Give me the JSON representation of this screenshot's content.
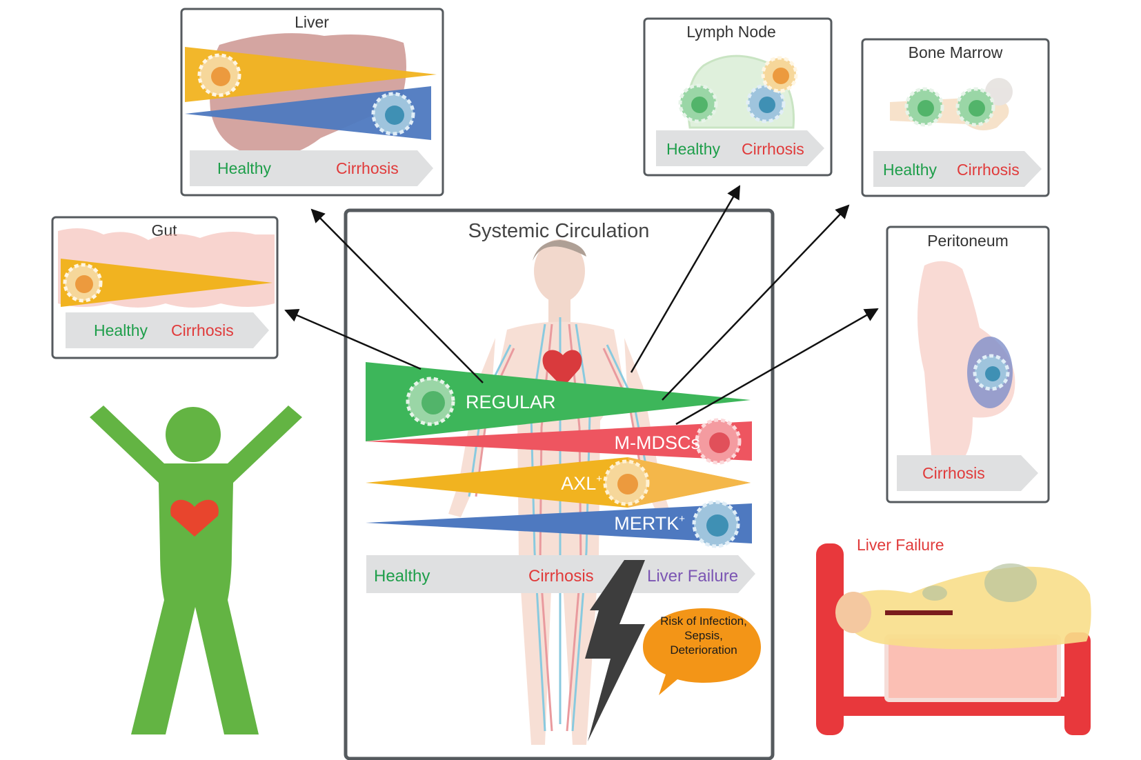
{
  "center": {
    "title": "Systemic Circulation",
    "wedges": {
      "regular": "REGULAR",
      "mmdsc": "M-MDSCs",
      "axl": "AXL",
      "axl_sup": "+",
      "mertk": "MERTK",
      "mertk_sup": "+"
    },
    "progression": {
      "healthy": "Healthy",
      "cirrhosis": "Cirrhosis",
      "failure": "Liver Failure"
    },
    "risk": {
      "line1": "Risk of Infection,",
      "line2": "Sepsis,",
      "line3": "Deterioration"
    }
  },
  "panels": {
    "liver": {
      "title": "Liver",
      "healthy": "Healthy",
      "cirrhosis": "Cirrhosis"
    },
    "gut": {
      "title": "Gut",
      "healthy": "Healthy",
      "cirrhosis": "Cirrhosis"
    },
    "lymph": {
      "title": "Lymph Node",
      "healthy": "Healthy",
      "cirrhosis": "Cirrhosis"
    },
    "marrow": {
      "title": "Bone Marrow",
      "healthy": "Healthy",
      "cirrhosis": "Cirrhosis"
    },
    "peritoneum": {
      "title": "Peritoneum",
      "cirrhosis": "Cirrhosis"
    }
  },
  "failure_scene": {
    "label": "Liver Failure"
  },
  "colors": {
    "healthy": "#1e9e4a",
    "cirrhosis": "#e03a3a",
    "failure": "#7b55b3",
    "regular": "#3db65a",
    "mmdsc": "#ee5560",
    "axl": "#f1b320",
    "mertk": "#4e79c0",
    "bar": "#dfe0e1",
    "border": "#555a5e"
  }
}
